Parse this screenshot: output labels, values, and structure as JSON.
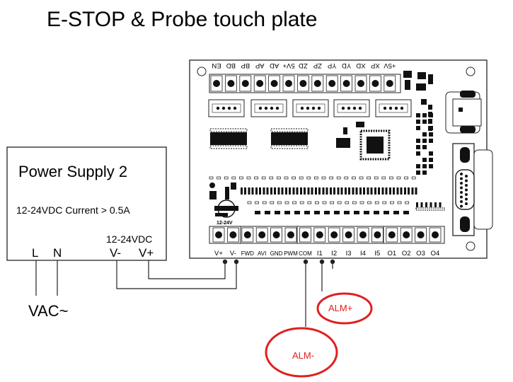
{
  "title": "E-STOP & Probe touch plate",
  "power_supply": {
    "name": "Power Supply 2",
    "spec": "12-24VDC Current > 0.5A",
    "output_voltage": "12-24VDC",
    "terminals": [
      "L",
      "N",
      "V-",
      "V+"
    ]
  },
  "mains_label": "VAC~",
  "board": {
    "top_pins": [
      "EN",
      "BD",
      "BP",
      "AP",
      "AD",
      "5V+",
      "ZD",
      "ZP",
      "YP",
      "YD",
      "XD",
      "XP",
      "+5V"
    ],
    "bottom_pins": [
      "V+",
      "V-",
      "FWD",
      "AVI",
      "GND",
      "PWM",
      "COM",
      "I1",
      "I2",
      "I3",
      "I4",
      "I5",
      "O1",
      "O2",
      "O3",
      "O4"
    ],
    "regulator_label": "12-24V"
  },
  "annotations": {
    "alm_plus": "ALM+",
    "alm_minus": "ALM-"
  },
  "colors": {
    "annotation": "#e02020",
    "wire": "#222222"
  }
}
